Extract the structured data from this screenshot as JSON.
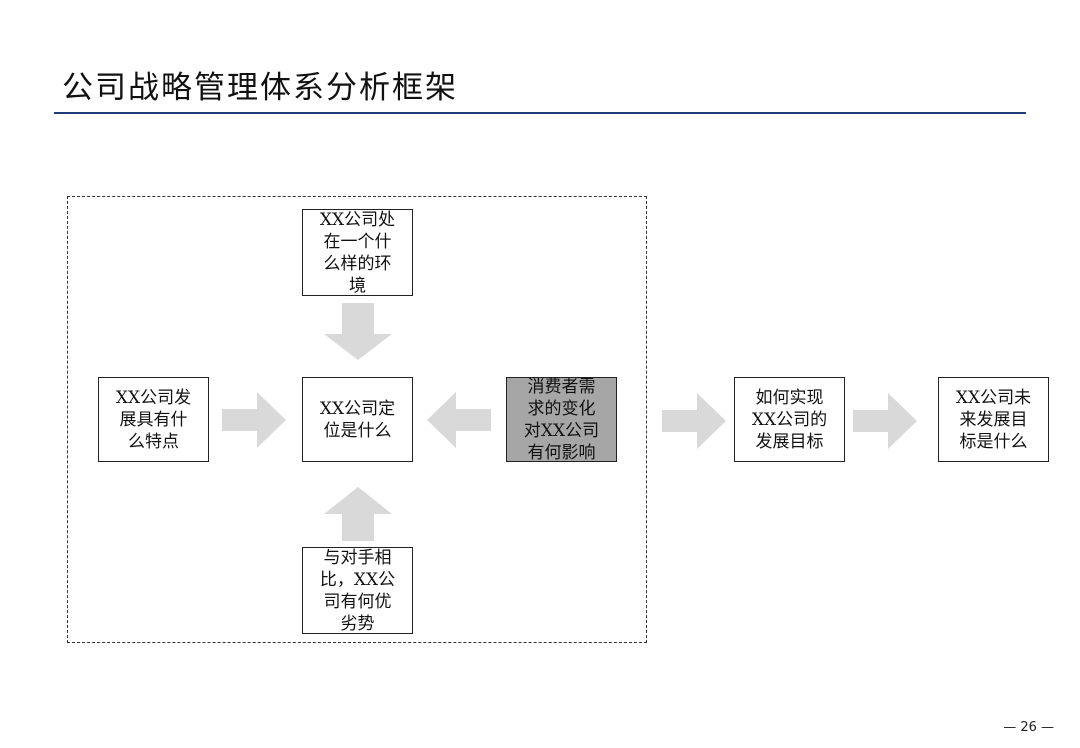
{
  "title": "公司战略管理体系分析框架",
  "nodes": {
    "environment": "XX公司处\n在一个什\n么样的环\n境",
    "traits": "XX公司发\n展具有什\n么特点",
    "positioning": "XX公司定\n位是什么",
    "consumer": "消费者需\n求的变化\n对XX公司\n有何影响",
    "competitors": "与对手相\n比，XX公\n司有何优\n劣势",
    "realize": "如何实现\nXX公司的\n发展目标",
    "future_goal": "XX公司未\n来发展目\n标是什么"
  },
  "colors": {
    "title_rule": "#1f3c78",
    "arrow_fill": "#d9d9d9",
    "highlight_box": "#a6a6a6"
  },
  "page_number": "— 26 —"
}
